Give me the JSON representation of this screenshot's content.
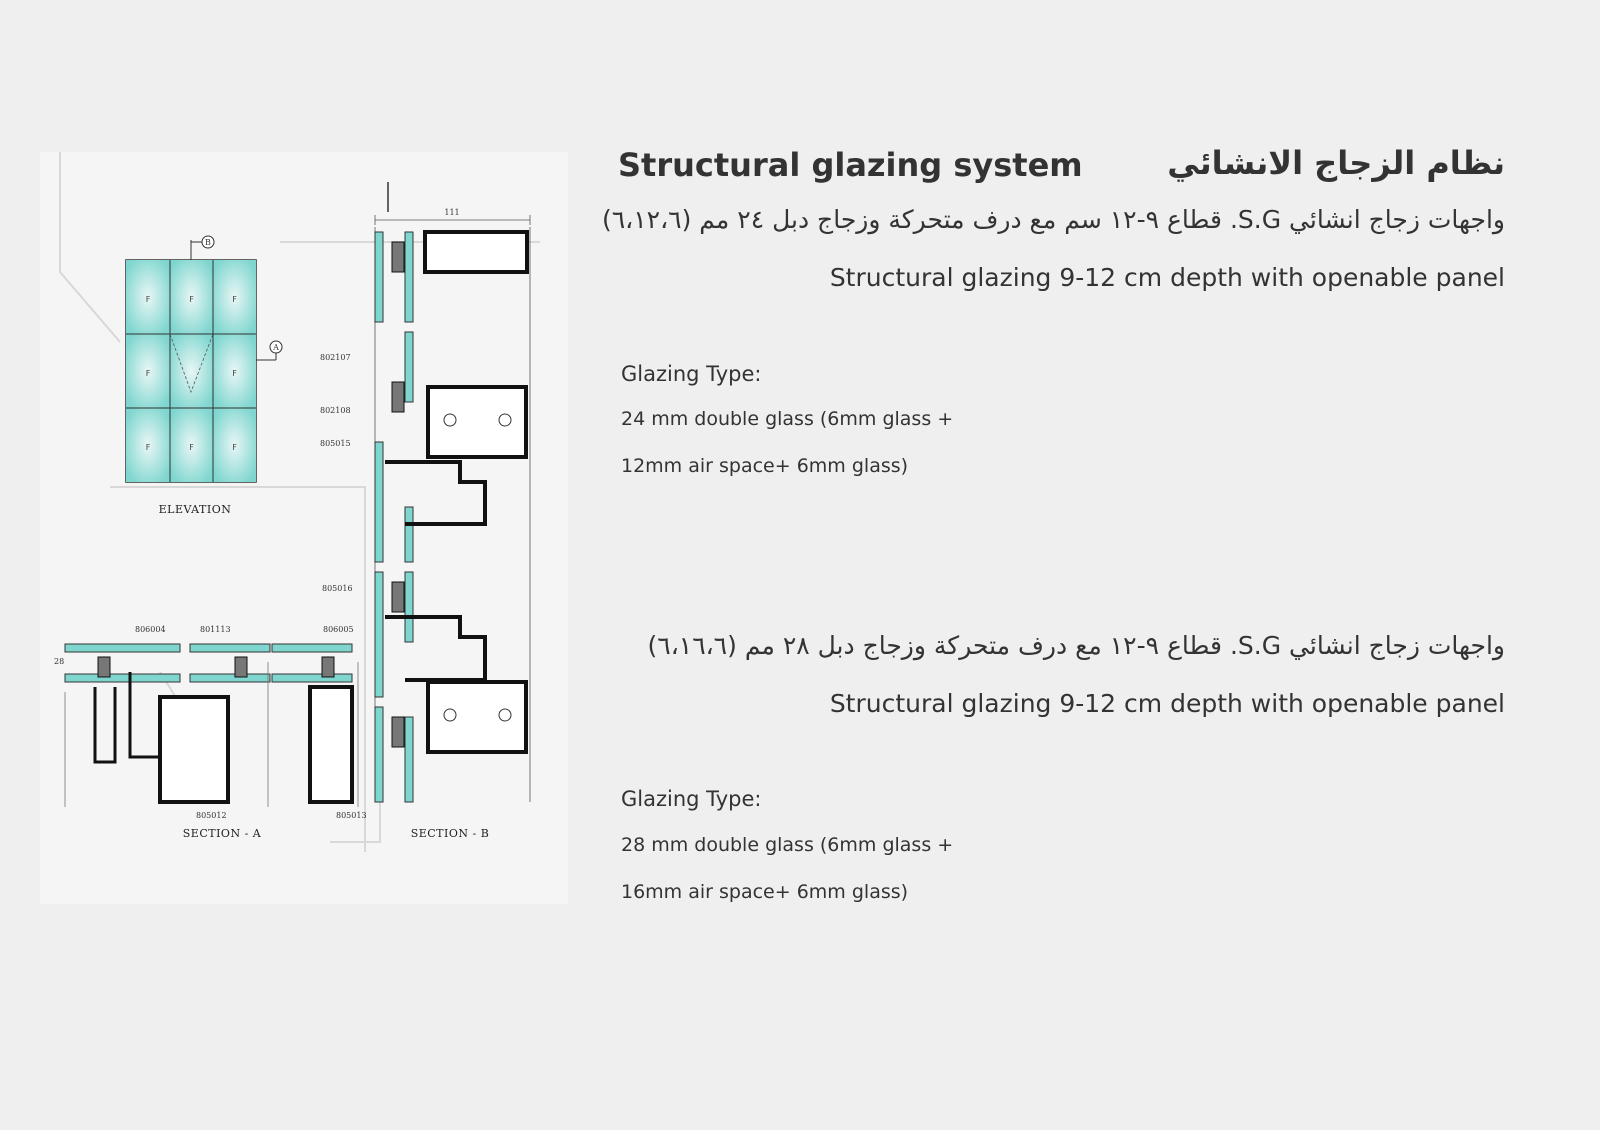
{
  "header": {
    "title_en": "Structural glazing system",
    "title_ar": "نظام الزجاج الانشائي"
  },
  "drawing": {
    "elevation_caption": "ELEVATION",
    "section_a_caption": "SECTION - A",
    "section_b_caption": "SECTION - B",
    "markers": {
      "a": "A",
      "b": "B"
    },
    "panel_label": "F",
    "dimensions": {
      "depth": "111",
      "height": "28"
    },
    "codes": [
      "802107",
      "802108",
      "805015",
      "805016",
      "806004",
      "801113",
      "806005",
      "805012",
      "805013"
    ]
  },
  "entries": [
    {
      "line_ar": "واجهات زجاج انشائي S.G. قطاع ٩-١٢ سم مع درف متحركة وزجاج دبل ٢٤ مم (٦،١٢،٦)",
      "line_en": "Structural glazing 9-12 cm depth with openable panel",
      "glazing_label": "Glazing Type:",
      "glazing_line1": "24 mm double glass (6mm glass +",
      "glazing_line2": "12mm air space+ 6mm glass)"
    },
    {
      "line_ar": "واجهات زجاج انشائي S.G. قطاع ٩-١٢ مع درف متحركة وزجاج دبل ٢٨ مم (٦،١٦،٦)",
      "line_en": "Structural glazing 9-12 cm depth with openable panel",
      "glazing_label": "Glazing Type:",
      "glazing_line1": "28 mm double glass (6mm glass +",
      "glazing_line2": "16mm air space+ 6mm glass)"
    }
  ],
  "colors": {
    "background": "#efefef",
    "text": "#2f2f2f",
    "glass": "#7fd6cf"
  }
}
